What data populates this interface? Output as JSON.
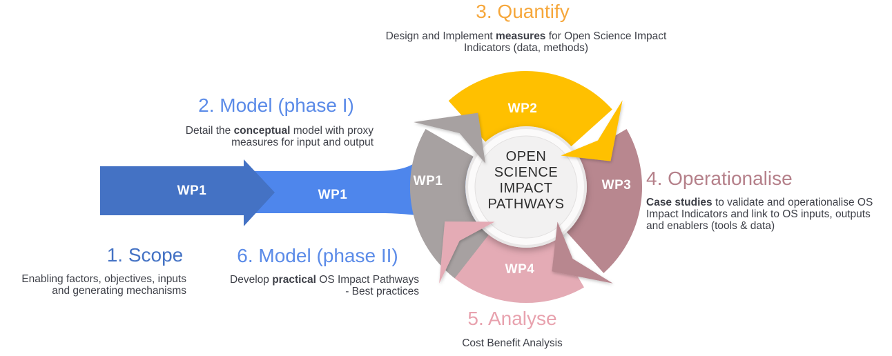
{
  "colors": {
    "scope_heading": "#4472C4",
    "model_heading": "#5B8BE8",
    "quantify_heading": "#F6A73B",
    "operationalise_heading": "#B5808A",
    "analyse_heading": "#E8A2AE",
    "dark_arrow_blue": "#4472C4",
    "light_arrow_blue": "#4E86EC",
    "wp1_gray": "#A7A1A1",
    "wp2_yellow": "#FFC000",
    "wp3_mauve": "#B8878F",
    "wp4_pink": "#E4ABB5",
    "ring_gray": "#E9E7E7",
    "ring_white": "#FBFAFA",
    "center_fill": "#F2F1F1",
    "body_text": "#3E4048",
    "center_text": "#2E2E2E"
  },
  "steps": {
    "scope": {
      "title": "1. Scope",
      "desc_pre": "Enabling factors, objectives, inputs and generating mechanisms",
      "desc_bold": "",
      "desc_post": ""
    },
    "model1": {
      "title": "2. Model (phase I)",
      "desc_pre": "Detail the ",
      "desc_bold": "conceptual",
      "desc_post": " model with proxy measures for input and output"
    },
    "quantify": {
      "title": "3. Quantify",
      "desc_pre": "Design and Implement ",
      "desc_bold": "measures",
      "desc_post": " for Open Science Impact Indicators (data, methods)"
    },
    "operationalise": {
      "title": "4. Operationalise",
      "desc_pre": "",
      "desc_bold": "Case studies",
      "desc_post": " to validate and operationalise OS Impact Indicators and link to OS inputs, outputs and enablers (tools & data)"
    },
    "analyse": {
      "title": "5. Analyse",
      "desc_pre": "Cost Benefit Analysis",
      "desc_bold": "",
      "desc_post": ""
    },
    "model2": {
      "title": "6. Model (phase II)",
      "desc_pre": "Develop ",
      "desc_bold": "practical",
      "desc_post": " OS Impact Pathways",
      "desc_line2": "- Best practices"
    }
  },
  "flow": {
    "arrow1_label": "WP1",
    "arrow2_label": "WP1"
  },
  "cycle": {
    "center_lines": [
      "OPEN",
      "SCIENCE",
      "IMPACT",
      "PATHWAYS"
    ],
    "labels": {
      "wp1": "WP1",
      "wp2": "WP2",
      "wp3": "WP3",
      "wp4": "WP4"
    }
  }
}
